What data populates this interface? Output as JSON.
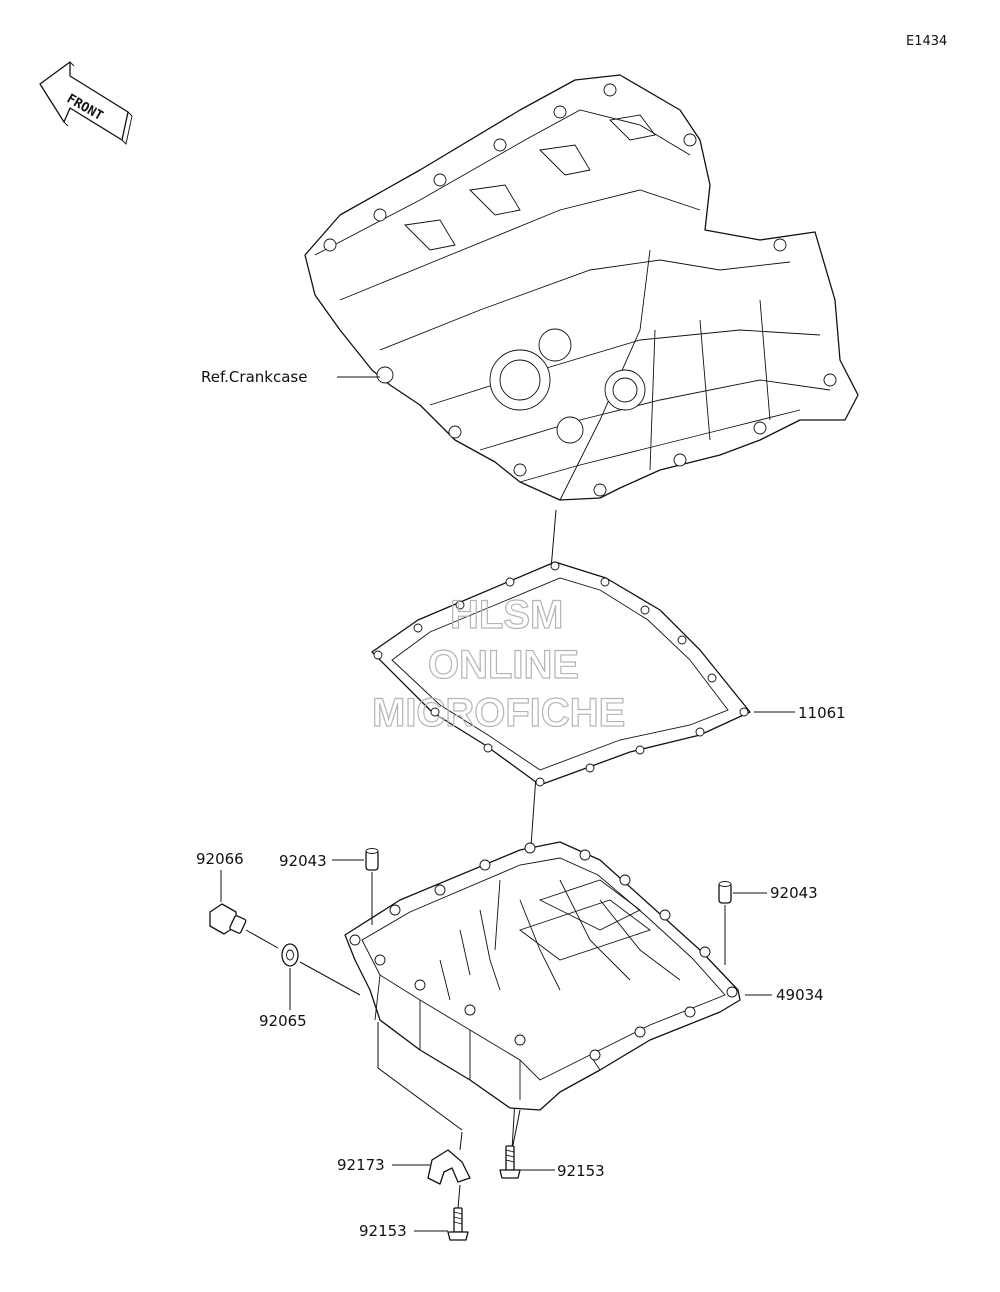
{
  "diagram_code": "E1434",
  "front_label": "FRONT",
  "watermark": [
    "HLSM",
    "ONLINE",
    "MICROFICHE"
  ],
  "callouts": {
    "crankcase": "Ref.Crankcase",
    "gasket": "11061",
    "drain_bolt": "92066",
    "dowel_left": "92043",
    "dowel_right": "92043",
    "washer": "92065",
    "oil_pan": "49034",
    "clamp": "92173",
    "bolt_right": "92153",
    "bolt_bottom": "92153"
  }
}
